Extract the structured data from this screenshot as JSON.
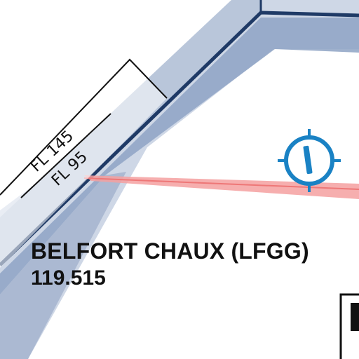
{
  "airspace": {
    "upper_limit": "FL 145",
    "lower_limit": "FL 95"
  },
  "aerodrome": {
    "name": "BELFORT CHAUX (LFGG)",
    "frequency": "119.515"
  },
  "colors": {
    "airspace_fill": "#b7c4d8",
    "airspace_band": "#8ea3c4",
    "airspace_border": "#1f3a66",
    "route_line": "#f28b8b",
    "vor_symbol": "#1a82c4"
  },
  "icons": {
    "navaid": "vor-dme-icon"
  }
}
